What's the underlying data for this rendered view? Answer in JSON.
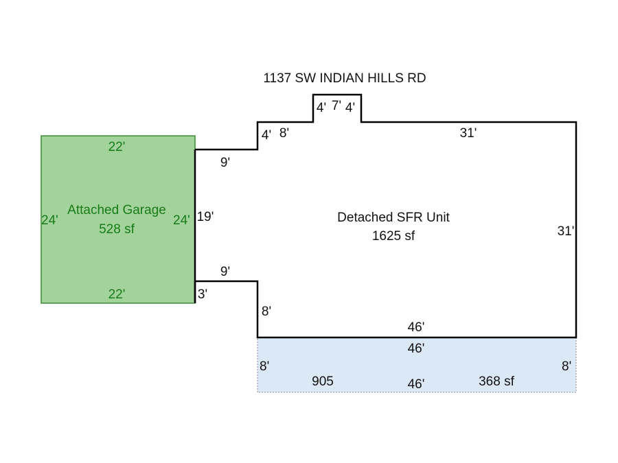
{
  "address": "1137 SW INDIAN HILLS RD",
  "colors": {
    "garage_fill": "#a2d39b",
    "garage_stroke": "#3a8c33",
    "garage_text": "#1a7a1a",
    "patio_fill": "#dbe8f5",
    "patio_stroke": "#8a8a8a",
    "outline": "#000000"
  },
  "garage": {
    "name": "Attached Garage",
    "area": "528 sf",
    "top": "22'",
    "bottom": "22'",
    "left": "24'",
    "right": "24'"
  },
  "main": {
    "name": "Detached SFR Unit",
    "area": "1625 sf",
    "dims": {
      "bump_left": "4'",
      "bump_top": "7'",
      "bump_right": "4'",
      "upper_step_v": "4'",
      "upper_run": "8'",
      "top_right": "31'",
      "upper_left_run": "9'",
      "left_wall": "19'",
      "right_wall": "31'",
      "lower_left_run": "9'",
      "lower_step_small": "3'",
      "lower_step_v": "8'",
      "bottom": "46'"
    }
  },
  "patio": {
    "top": "46'",
    "bottom": "46'",
    "left": "8'",
    "right": "8'",
    "code": "905",
    "area": "368 sf"
  }
}
